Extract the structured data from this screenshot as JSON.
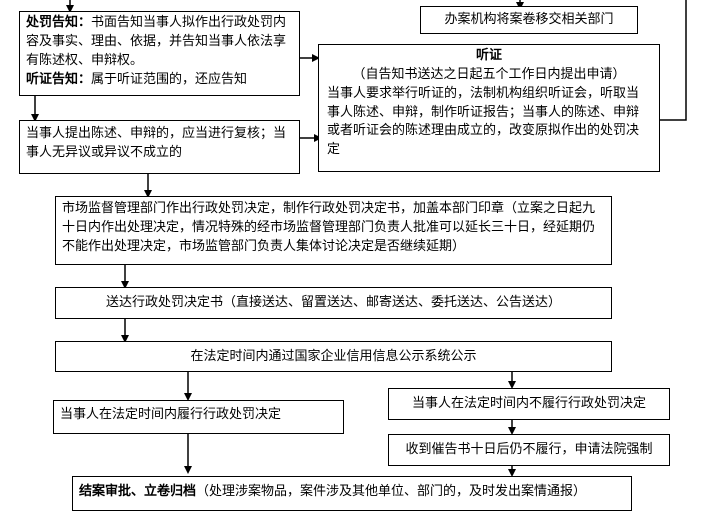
{
  "boxes": {
    "notice": {
      "penalty_label": "处罚告知",
      "penalty_colon": "：",
      "penalty_text": "书面告知当事人拟作出行政处罚内容及事实、理由、依据，并告知当事人依法享有陈述权、申辩权。",
      "hearing_label": "听证告知",
      "hearing_colon": "：",
      "hearing_text": "属于听证范围的，还应告知"
    },
    "transfer": "办案机构将案卷移交相关部门",
    "hearing": {
      "title": "听证",
      "line1": "（自告知书送达之日起五个工作日内提出申请）",
      "body": "当事人要求举行听证的，法制机构组织听证会，听取当事人陈述、申辩，制作听证报告；当事人的陈述、申辩或者听证会的陈述理由成立的，改变原拟作出的处罚决定"
    },
    "review": "当事人提出陈述、申辩的，应当进行复核；当事人无异议或异议不成立的",
    "decision": "市场监督管理部门作出行政处罚决定，制作行政处罚决定书，加盖本部门印章（立案之日起九十日内作出处理决定，情况特殊的经市场监督管理部门负责人批准可以延长三十日，经延期仍不能作出处理决定，市场监管部门负责人集体讨论决定是否继续延期）",
    "delivery": "送达行政处罚决定书（直接送达、留置送达、邮寄送达、委托送达、公告送达）",
    "publicity": "在法定时间内通过国家企业信用信息公示系统公示",
    "comply": "当事人在法定时间内履行行政处罚决定",
    "not_comply": "当事人在法定时间内不履行行政处罚决定",
    "court": "收到催告书十日后仍不履行，申请法院强制",
    "close": {
      "bold": "结案审批、立卷归档",
      "rest": "（处理涉案物品，案件涉及其他单位、部门的，及时发出案情通报）"
    }
  }
}
